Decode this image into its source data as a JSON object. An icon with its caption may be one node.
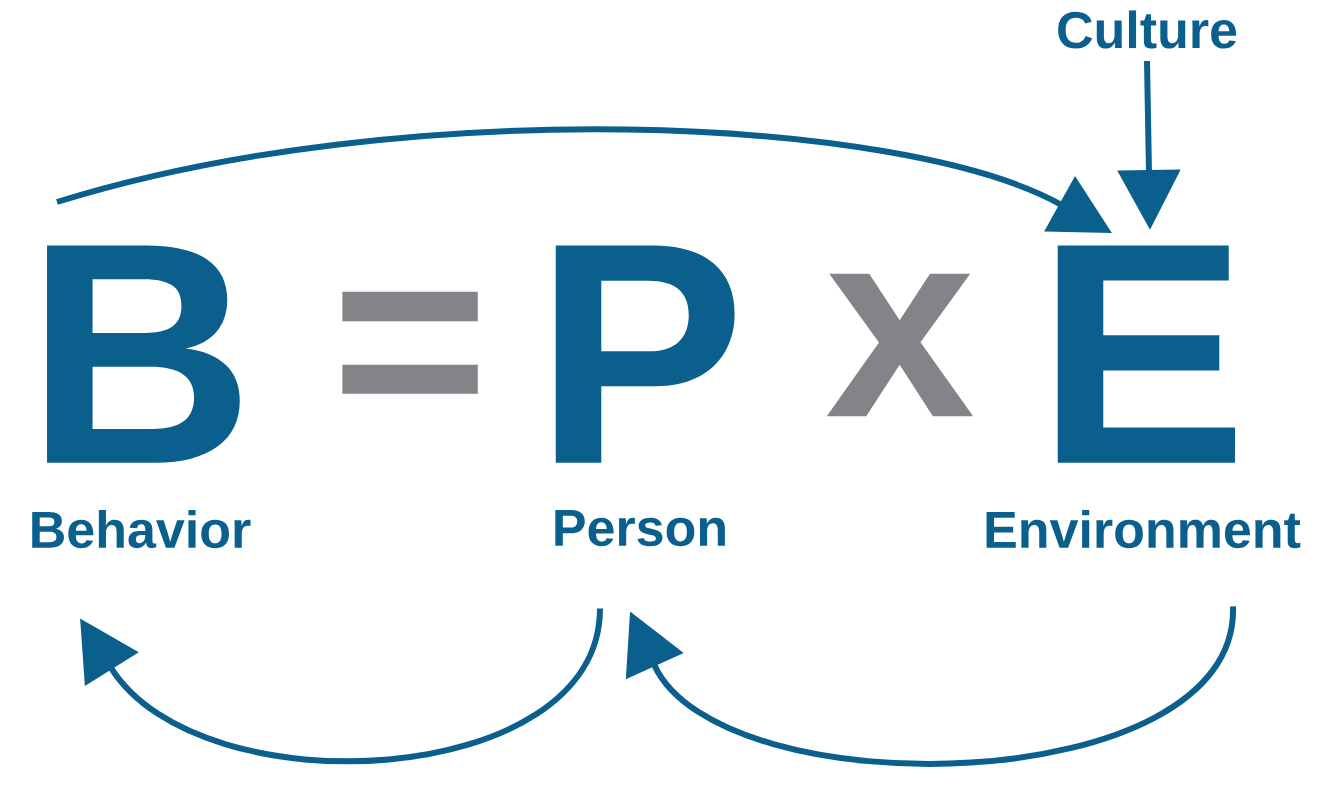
{
  "diagram": {
    "nodes": [
      {
        "text": [
          "B",
          "Behavior"
        ]
      },
      {
        "text": [
          "P",
          "Person"
        ]
      },
      {
        "text": [
          "E",
          "Environment"
        ]
      },
      {
        "text": [
          "Culture"
        ]
      }
    ],
    "edges": [
      {
        "from": 0,
        "to": 2,
        "arrow": "to"
      },
      {
        "from": 3,
        "to": 2,
        "arrow": "to"
      },
      {
        "from": 1,
        "to": 0,
        "arrow": "to"
      },
      {
        "from": 2,
        "to": 1,
        "arrow": "to"
      }
    ],
    "labels": [
      "=",
      "x"
    ]
  }
}
